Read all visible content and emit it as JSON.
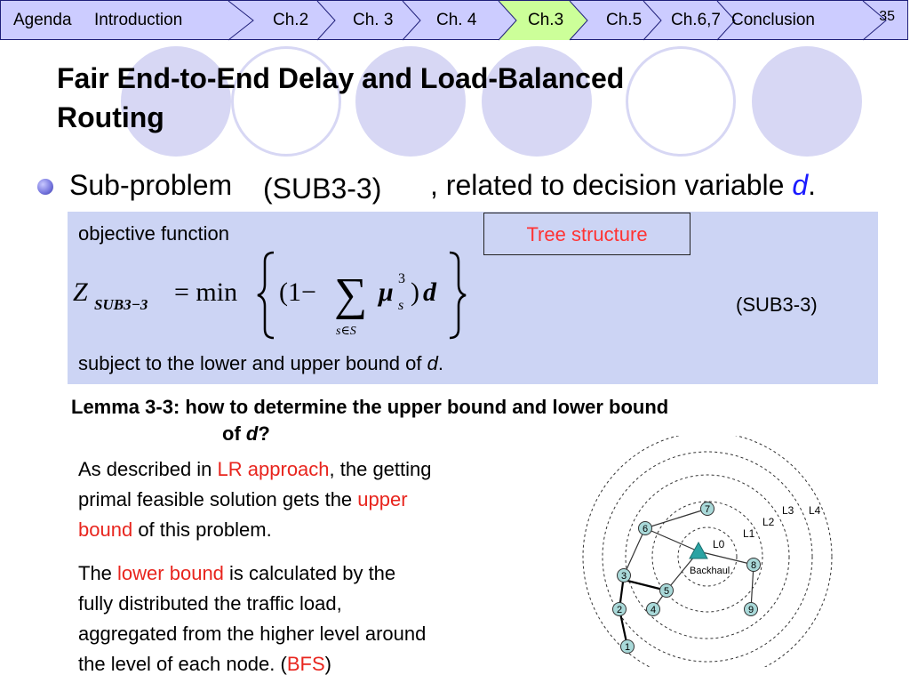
{
  "nav": {
    "items": [
      "Agenda",
      "Introduction",
      "Ch.2",
      "Ch. 3",
      "Ch. 4",
      "Ch.3",
      "Ch.5",
      "Ch.6,7",
      "Conclusion"
    ],
    "slide_number": "35"
  },
  "title": [
    "Fair End-to-End Delay and Load-Balanced",
    "Routing"
  ],
  "bullet": {
    "prefix": "Sub-problem",
    "label": "(SUB3-3)",
    "middle": ", related to decision variable",
    "variable": "d",
    "end": "."
  },
  "formula_box": {
    "objective_label": "objective function",
    "tree_label": "Tree structure",
    "sub_label": "(SUB3-3)",
    "formula": {
      "lhs": "Z",
      "lhs_sub": "SUB3−3",
      "eq": "= min",
      "open": "(1−",
      "sum_sub": "s∈S",
      "mu": "μ",
      "mu_sup": "3",
      "mu_sub": "s",
      "close": ")",
      "var": "d"
    },
    "subject_prefix": "subject to the lower and upper bound of",
    "subject_var": "d",
    "subject_end": "."
  },
  "lemma": {
    "line1": "Lemma 3-3: how to determine the upper bound and lower bound",
    "line2_prefix": "of",
    "line2_var": "d",
    "line2_end": "?"
  },
  "para1": {
    "t1": "As described in",
    "r1": "LR approach",
    "t2": ", the getting",
    "t3": "primal feasible solution gets the",
    "r2": "upper",
    "r3": "bound",
    "t4": "of this problem."
  },
  "para2": {
    "t1": "The",
    "r1": "lower bound",
    "t2": "is calculated by the",
    "t3": "fully distributed the traffic load,",
    "t4": "aggregated from the higher level around",
    "t5": "the level of each node. (",
    "r2": "BFS",
    "t6": ")"
  },
  "diagram": {
    "levels": [
      "L0",
      "L1",
      "L2",
      "L3",
      "L4"
    ],
    "backhaul": "Backhaul",
    "nodes": [
      "1",
      "2",
      "3",
      "4",
      "5",
      "6",
      "7",
      "8",
      "9"
    ]
  },
  "colors": {
    "nav_bg": "#ccccff",
    "box_bg": "#ccd4f4",
    "accent_red": "#e8251e",
    "accent_blue": "#1a1aff",
    "deco": "#d7d7f4"
  }
}
